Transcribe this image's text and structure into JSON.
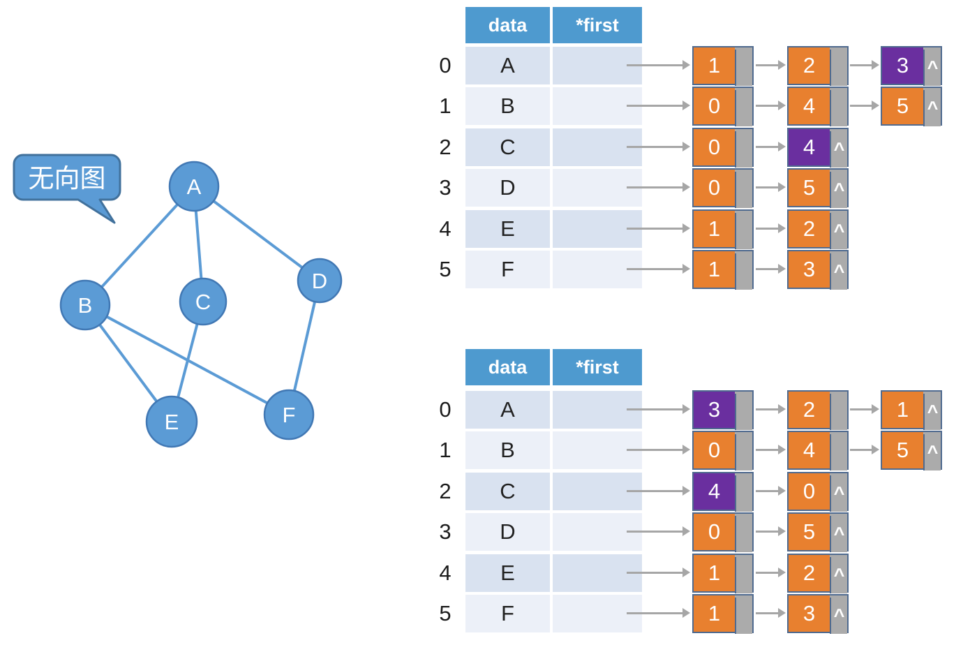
{
  "bubble": {
    "label": "无向图"
  },
  "graph": {
    "type": "undirected",
    "nodes": [
      {
        "label": "A"
      },
      {
        "label": "B"
      },
      {
        "label": "C"
      },
      {
        "label": "D"
      },
      {
        "label": "E"
      },
      {
        "label": "F"
      }
    ],
    "edges": [
      [
        "A",
        "B"
      ],
      [
        "A",
        "C"
      ],
      [
        "A",
        "D"
      ],
      [
        "B",
        "E"
      ],
      [
        "B",
        "F"
      ],
      [
        "C",
        "E"
      ],
      [
        "D",
        "F"
      ]
    ]
  },
  "colors": {
    "header_blue": "#4E9ACF",
    "graph_blue": "#5B9BD5",
    "row_stripe_dark": "#D9E2F0",
    "row_stripe_light": "#ECF0F8",
    "node_orange": "#E8802F",
    "node_purple": "#6A2F9F",
    "pointer_gray": "#ABABAB",
    "arrow_gray": "#A6A6A6"
  },
  "tables": [
    {
      "header": {
        "data": "data",
        "first": "*first"
      },
      "rows": [
        {
          "index": "0",
          "label": "A",
          "nodes": [
            {
              "value": "1",
              "next": ""
            },
            {
              "value": "2",
              "next": ""
            },
            {
              "value": "3",
              "next": "^",
              "highlight": true
            }
          ]
        },
        {
          "index": "1",
          "label": "B",
          "nodes": [
            {
              "value": "0",
              "next": ""
            },
            {
              "value": "4",
              "next": ""
            },
            {
              "value": "5",
              "next": "^"
            }
          ]
        },
        {
          "index": "2",
          "label": "C",
          "nodes": [
            {
              "value": "0",
              "next": ""
            },
            {
              "value": "4",
              "next": "^",
              "highlight": true
            }
          ]
        },
        {
          "index": "3",
          "label": "D",
          "nodes": [
            {
              "value": "0",
              "next": ""
            },
            {
              "value": "5",
              "next": "^"
            }
          ]
        },
        {
          "index": "4",
          "label": "E",
          "nodes": [
            {
              "value": "1",
              "next": ""
            },
            {
              "value": "2",
              "next": "^"
            }
          ]
        },
        {
          "index": "5",
          "label": "F",
          "nodes": [
            {
              "value": "1",
              "next": ""
            },
            {
              "value": "3",
              "next": "^"
            }
          ]
        }
      ]
    },
    {
      "header": {
        "data": "data",
        "first": "*first"
      },
      "rows": [
        {
          "index": "0",
          "label": "A",
          "nodes": [
            {
              "value": "3",
              "next": "",
              "highlight": true
            },
            {
              "value": "2",
              "next": ""
            },
            {
              "value": "1",
              "next": "^"
            }
          ]
        },
        {
          "index": "1",
          "label": "B",
          "nodes": [
            {
              "value": "0",
              "next": ""
            },
            {
              "value": "4",
              "next": ""
            },
            {
              "value": "5",
              "next": "^"
            }
          ]
        },
        {
          "index": "2",
          "label": "C",
          "nodes": [
            {
              "value": "4",
              "next": "",
              "highlight": true
            },
            {
              "value": "0",
              "next": "^"
            }
          ]
        },
        {
          "index": "3",
          "label": "D",
          "nodes": [
            {
              "value": "0",
              "next": ""
            },
            {
              "value": "5",
              "next": "^"
            }
          ]
        },
        {
          "index": "4",
          "label": "E",
          "nodes": [
            {
              "value": "1",
              "next": ""
            },
            {
              "value": "2",
              "next": "^"
            }
          ]
        },
        {
          "index": "5",
          "label": "F",
          "nodes": [
            {
              "value": "1",
              "next": ""
            },
            {
              "value": "3",
              "next": "^"
            }
          ]
        }
      ]
    }
  ]
}
